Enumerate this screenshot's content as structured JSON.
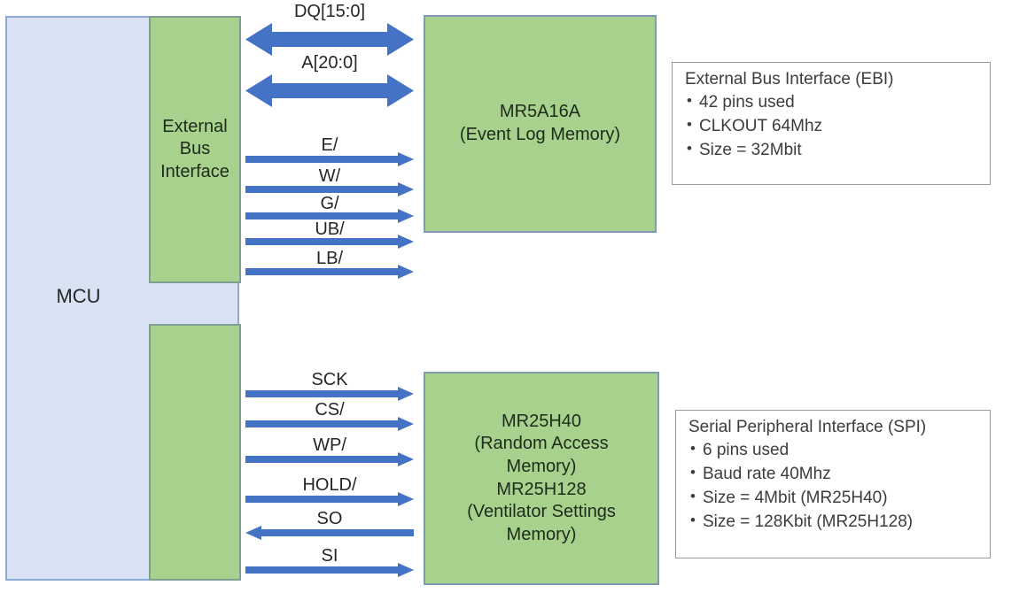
{
  "diagram": {
    "title": "MCU memory interface block diagram",
    "colors": {
      "mcu_fill": "#d9e2f3",
      "mcu_border": "#8ea9d3",
      "green_fill": "#a9d18e",
      "green_border": "#7f9e94",
      "arrow_blue": "#4472c4",
      "box_border": "#9a9a9a",
      "text": "#262626"
    }
  },
  "mcu": {
    "label": "MCU",
    "ebi_block_label": "External\nBus\nInterface",
    "ebi_block_lines": [
      "External",
      "Bus",
      "Interface"
    ],
    "spi_block_label": ""
  },
  "memories": {
    "top": {
      "lines": [
        "MR5A16A",
        "(Event Log Memory)"
      ]
    },
    "bottom": {
      "lines": [
        "MR25H40",
        "(Random Access",
        "Memory)",
        "MR25H128",
        "(Ventilator Settings",
        "Memory)"
      ]
    }
  },
  "ebi_signals": [
    {
      "label": "DQ[15:0]",
      "direction": "bidirectional",
      "style": "thick"
    },
    {
      "label": "A[20:0]",
      "direction": "bidirectional",
      "style": "thick"
    },
    {
      "label": "E/",
      "direction": "right",
      "style": "thin"
    },
    {
      "label": "W/",
      "direction": "right",
      "style": "thin"
    },
    {
      "label": "G/",
      "direction": "right",
      "style": "thin"
    },
    {
      "label": "UB/",
      "direction": "right",
      "style": "thin"
    },
    {
      "label": "LB/",
      "direction": "right",
      "style": "thin"
    }
  ],
  "spi_signals": [
    {
      "label": "SCK",
      "direction": "right",
      "style": "thin"
    },
    {
      "label": "CS/",
      "direction": "right",
      "style": "thin"
    },
    {
      "label": "WP/",
      "direction": "right",
      "style": "thin"
    },
    {
      "label": "HOLD/",
      "direction": "right",
      "style": "thin"
    },
    {
      "label": "SO",
      "direction": "left",
      "style": "thin"
    },
    {
      "label": "SI",
      "direction": "right",
      "style": "thin"
    }
  ],
  "info_boxes": {
    "ebi": {
      "title": "External Bus Interface (EBI)",
      "bullets": [
        "42 pins used",
        "CLKOUT 64Mhz",
        "Size = 32Mbit"
      ]
    },
    "spi": {
      "title": "Serial Peripheral Interface (SPI)",
      "bullets": [
        "6 pins used",
        "Baud rate 40Mhz",
        "Size = 4Mbit (MR25H40)",
        "Size = 128Kbit (MR25H128)"
      ]
    }
  }
}
